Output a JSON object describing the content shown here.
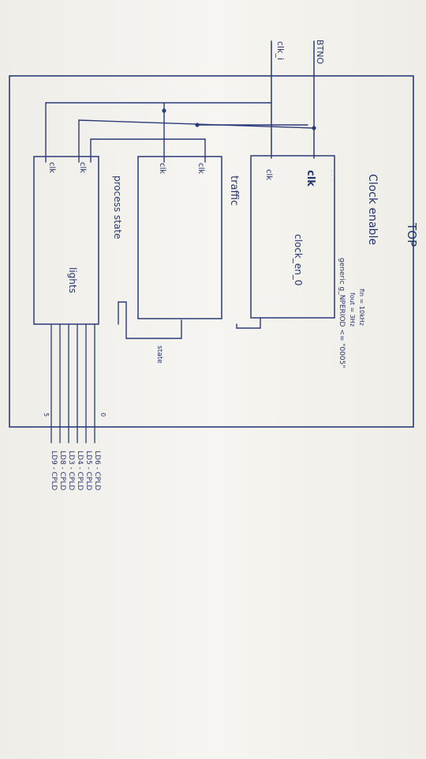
{
  "diagram": {
    "top_label": "TOP",
    "inputs": {
      "btn": "BTNO",
      "clk": "clk_i"
    },
    "clock_enable": {
      "title": "Clock enable",
      "freq_in": "fin = 10kHz",
      "freq_out": "fout = 3Hz",
      "generic": "generic g_NPERIOD <= \"0005\"",
      "clk_port": "clk",
      "clk_port_inner": "clk",
      "instance": "clock_en_0"
    },
    "traffic": {
      "title": "traffic",
      "clk_port": "clk",
      "clk_port_inner": "clk",
      "state_label": "state"
    },
    "process": {
      "title": "process state",
      "subtitle": "lights",
      "clk_port": "clk",
      "clk_port_inner": "clk",
      "bus_lsb": "0",
      "bus_msb": "5"
    },
    "outputs": [
      "LD6 - CPLD",
      "LD5 - CPLD",
      "LD4 - CPLD",
      "LD3 - CPLD",
      "LD8 - CPLD",
      "LD9 - CPLD"
    ]
  }
}
